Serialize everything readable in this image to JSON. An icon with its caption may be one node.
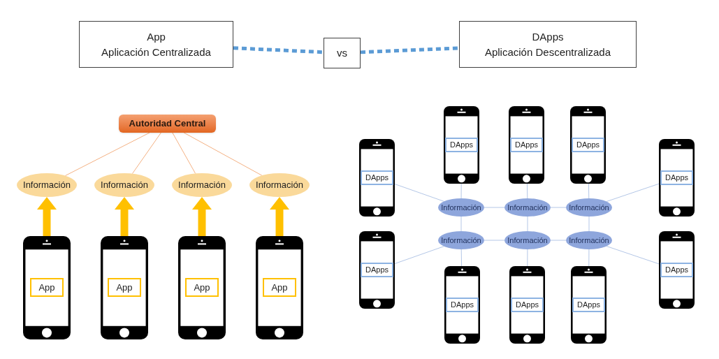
{
  "diagram": {
    "nodes": [
      {
        "text": [
          "App",
          "Aplicación Centralizada"
        ]
      },
      {
        "text": [
          "vs"
        ]
      },
      {
        "text": [
          "DApps",
          "Aplicación Descentralizada"
        ]
      },
      {
        "text": [
          "Autoridad Central"
        ]
      },
      {
        "text": [
          "Información"
        ]
      },
      {
        "text": [
          "Información"
        ]
      },
      {
        "text": [
          "Información"
        ]
      },
      {
        "text": [
          "Información"
        ]
      },
      {
        "text": [],
        "shape": "phone"
      },
      {
        "text": [
          "App"
        ],
        "in": 8
      },
      {
        "text": [],
        "shape": "phone"
      },
      {
        "text": [
          "App"
        ],
        "in": 10
      },
      {
        "text": [],
        "shape": "phone"
      },
      {
        "text": [
          "App"
        ],
        "in": 12
      },
      {
        "text": [],
        "shape": "phone"
      },
      {
        "text": [
          "App"
        ],
        "in": 14
      },
      {
        "text": [],
        "shape": "phone"
      },
      {
        "text": [
          "DApps"
        ],
        "in": 16
      },
      {
        "text": [],
        "shape": "phone"
      },
      {
        "text": [
          "DApps"
        ],
        "in": 18
      },
      {
        "text": [],
        "shape": "phone"
      },
      {
        "text": [
          "DApps"
        ],
        "in": 20
      },
      {
        "text": [],
        "shape": "phone"
      },
      {
        "text": [
          "DApps"
        ],
        "in": 22
      },
      {
        "text": [],
        "shape": "phone"
      },
      {
        "text": [
          "DApps"
        ],
        "in": 24
      },
      {
        "text": [
          "Información"
        ]
      },
      {
        "text": [
          "Información"
        ]
      },
      {
        "text": [
          "Información"
        ]
      },
      {
        "text": [
          "Información"
        ]
      },
      {
        "text": [
          "Información"
        ]
      },
      {
        "text": [
          "Información"
        ]
      },
      {
        "text": [],
        "shape": "phone"
      },
      {
        "text": [
          "DApps"
        ],
        "in": 32
      },
      {
        "text": [],
        "shape": "phone"
      },
      {
        "text": [
          "DApps"
        ],
        "in": 34
      },
      {
        "text": [],
        "shape": "phone"
      },
      {
        "text": [
          "DApps"
        ],
        "in": 36
      },
      {
        "text": [],
        "shape": "phone"
      },
      {
        "text": [
          "DApps"
        ],
        "in": 38
      },
      {
        "text": [],
        "shape": "phone"
      },
      {
        "text": [
          "DApps"
        ],
        "in": 40
      }
    ],
    "edges": [
      {
        "from": 0,
        "to": 1,
        "arrow": "none",
        "style": "dashed",
        "color": "#5b9bd5"
      },
      {
        "from": 1,
        "to": 2,
        "arrow": "none",
        "style": "dashed",
        "color": "#5b9bd5"
      },
      {
        "from": 3,
        "to": 4,
        "arrow": "none",
        "color": "#f4b183"
      },
      {
        "from": 3,
        "to": 5,
        "arrow": "none",
        "color": "#f4b183"
      },
      {
        "from": 3,
        "to": 6,
        "arrow": "none",
        "color": "#f4b183"
      },
      {
        "from": 3,
        "to": 7,
        "arrow": "none",
        "color": "#f4b183"
      },
      {
        "from": 8,
        "to": 4,
        "arrow": "to",
        "style": "thick",
        "color": "#ffc000"
      },
      {
        "from": 10,
        "to": 5,
        "arrow": "to",
        "style": "thick",
        "color": "#ffc000"
      },
      {
        "from": 12,
        "to": 6,
        "arrow": "to",
        "style": "thick",
        "color": "#ffc000"
      },
      {
        "from": 14,
        "to": 7,
        "arrow": "to",
        "style": "thick",
        "color": "#ffc000"
      },
      {
        "from": 16,
        "to": 26,
        "arrow": "none"
      },
      {
        "from": 18,
        "to": 27,
        "arrow": "none"
      },
      {
        "from": 20,
        "to": 28,
        "arrow": "none"
      },
      {
        "from": 26,
        "to": 27,
        "arrow": "none"
      },
      {
        "from": 27,
        "to": 28,
        "arrow": "none"
      },
      {
        "from": 22,
        "to": 26,
        "arrow": "none"
      },
      {
        "from": 24,
        "to": 28,
        "arrow": "none"
      },
      {
        "from": 26,
        "to": 29,
        "arrow": "none"
      },
      {
        "from": 27,
        "to": 30,
        "arrow": "none"
      },
      {
        "from": 28,
        "to": 31,
        "arrow": "none"
      },
      {
        "from": 29,
        "to": 30,
        "arrow": "none"
      },
      {
        "from": 30,
        "to": 31,
        "arrow": "none"
      },
      {
        "from": 32,
        "to": 29,
        "arrow": "none"
      },
      {
        "from": 34,
        "to": 31,
        "arrow": "none"
      },
      {
        "from": 29,
        "to": 36,
        "arrow": "none"
      },
      {
        "from": 30,
        "to": 38,
        "arrow": "none"
      },
      {
        "from": 31,
        "to": 40,
        "arrow": "none"
      }
    ]
  }
}
